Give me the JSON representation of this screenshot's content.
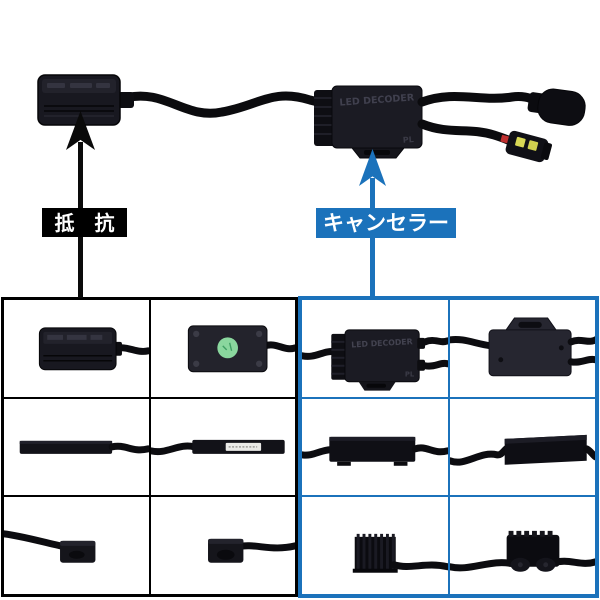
{
  "page": {
    "background": "#ffffff"
  },
  "colors": {
    "accent_blue": "#1b72bb",
    "black": "#000000",
    "label_text": "#ffffff",
    "sticker_green": "#8ad79e",
    "connector_yellow": "#d8d855",
    "wire_red": "#c03030"
  },
  "annotations": {
    "resistor": {
      "label": "抵　抗",
      "label_bg": "#000000",
      "arrow_color": "#000000"
    },
    "canceller": {
      "label": "キャンセラー",
      "label_bg": "#1b72bb",
      "arrow_color": "#1b72bb"
    }
  },
  "hero": {
    "decoder_label": "LED DECODER",
    "decoder_mark": "PL"
  },
  "gallery": {
    "left_group": {
      "name": "resistor-views",
      "border_color": "#000000",
      "cells": [
        {
          "name": "resistor-top-view-photo"
        },
        {
          "name": "resistor-back-sticker-photo"
        },
        {
          "name": "resistor-side-view-photo"
        },
        {
          "name": "resistor-side-label-photo"
        },
        {
          "name": "resistor-end-cable-left-photo"
        },
        {
          "name": "resistor-end-cable-right-photo"
        }
      ]
    },
    "right_group": {
      "name": "canceller-views",
      "border_color": "#1b72bb",
      "cells": [
        {
          "name": "decoder-front-photo",
          "text": "LED DECODER",
          "mark": "PL"
        },
        {
          "name": "decoder-back-bracket-photo"
        },
        {
          "name": "decoder-side-view-photo"
        },
        {
          "name": "decoder-side-view-2-photo"
        },
        {
          "name": "decoder-heatsink-end-photo"
        },
        {
          "name": "decoder-connectors-end-photo"
        }
      ]
    }
  }
}
